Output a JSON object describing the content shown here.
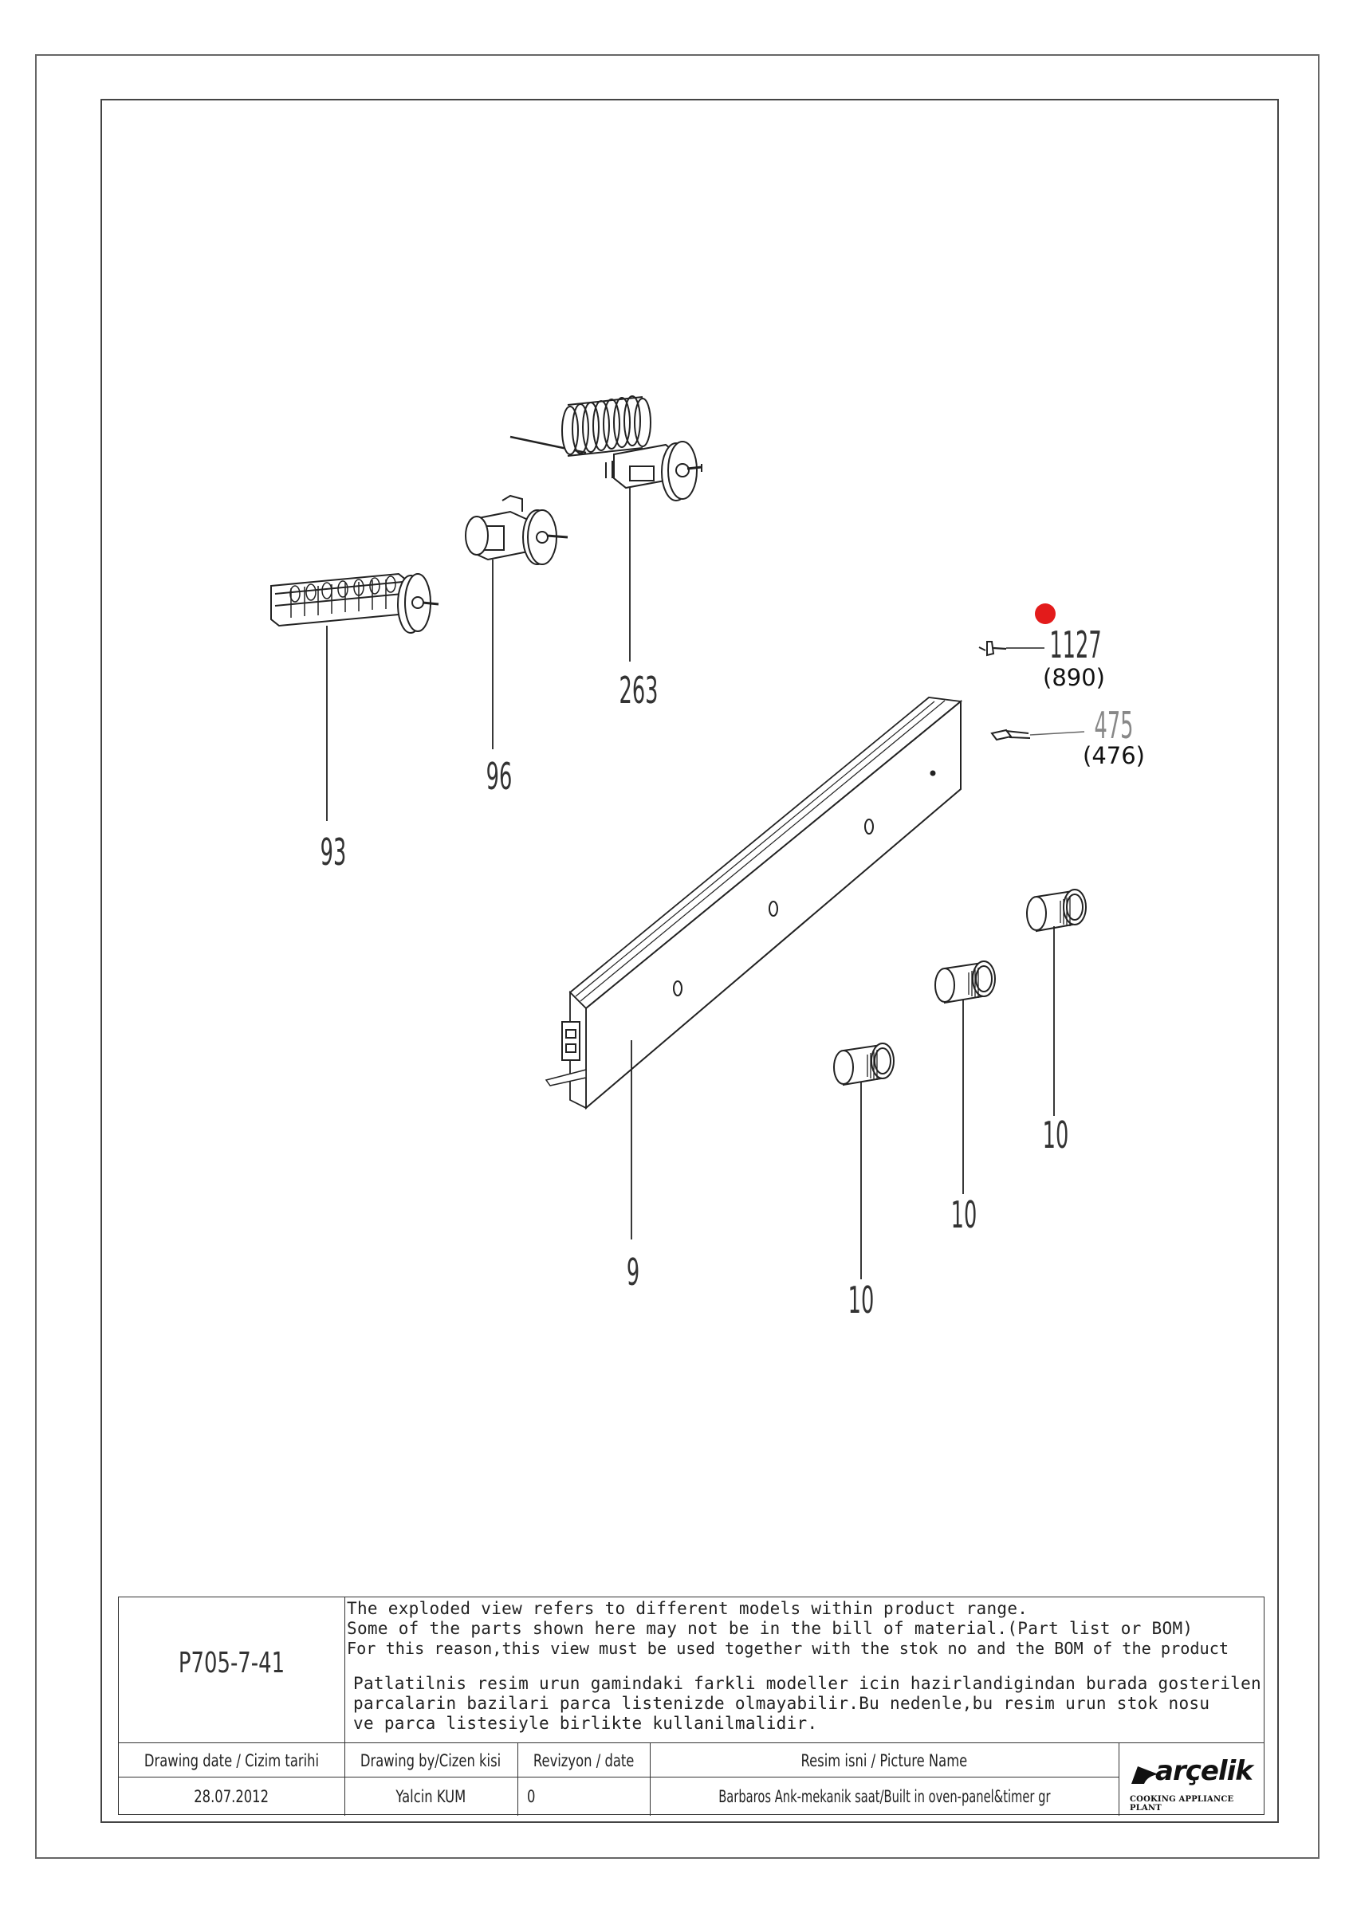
{
  "callouts": {
    "c93": "93",
    "c96": "96",
    "c263": "263",
    "c9": "9",
    "c1127": "1127",
    "c890": "(890)",
    "c475": "475",
    "c476": "(476)",
    "c10a": "10",
    "c10b": "10",
    "c10c": "10"
  },
  "highlight_marker": {
    "color": "#e31b1b"
  },
  "title_block": {
    "drawing_number": "P705-7-41",
    "notes_en": [
      "The exploded view refers to different models within product range.",
      "Some of the parts shown here may not be in the bill of material.(Part list or BOM)",
      "For this reason,this view must be used together with the stok no and the BOM of the product"
    ],
    "notes_tr": [
      "Patlatilnis resim urun gamindaki farkli modeller icin hazirlandigindan burada gosterilen",
      "parcalarin bazilari parca listenizde olmayabilir.Bu nedenle,bu resim urun stok nosu",
      " ve parca listesiyle birlikte kullanilmalidir."
    ],
    "headers": {
      "date": "Drawing date / Cizim tarihi",
      "by": "Drawing by/Cizen kisi",
      "rev": "Revizyon / date",
      "name": "Resim isni / Picture Name"
    },
    "values": {
      "date": "28.07.2012",
      "by": "Yalcin KUM",
      "rev": "0",
      "name": "Barbaros Ank-mekanik saat/Built in oven-panel&timer gr"
    },
    "logo": {
      "brand": "arçelik",
      "subtitle": "COOKING APPLIANCE PLANT"
    }
  }
}
